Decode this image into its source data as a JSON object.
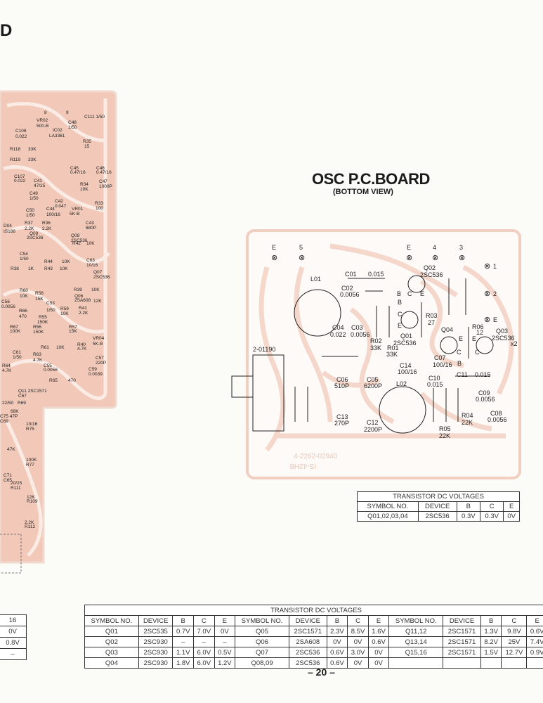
{
  "page_heading_fragment": "D",
  "title": "OSC P.C.BOARD",
  "subtitle": "(BOTTOM VIEW)",
  "page_number": "– 20 –",
  "colors": {
    "board_pink": "#f2c9b8",
    "trace_pink": "#f4d3c5",
    "ink": "#1a1a1a"
  },
  "osc_board": {
    "terminals": [
      "E",
      "5",
      "E",
      "4",
      "3",
      "1",
      "2",
      "E"
    ],
    "labels": [
      "L01",
      "C01",
      "0.015",
      "Q02",
      "2SC536",
      "C02",
      "0.0056",
      "B",
      "C",
      "E",
      "B",
      "C",
      "E",
      "R03",
      "27",
      "C04",
      "0.022",
      "C03",
      "0.0056",
      "R02",
      "33K",
      "R01",
      "33K",
      "Q01",
      "2SC536",
      "Q04",
      "E",
      "C",
      "B",
      "R06",
      "12",
      "E",
      "Q03",
      "2SC536",
      "x2",
      "C",
      "2-01190",
      "C14",
      "100/16",
      "C07",
      "100/16",
      "C11",
      "0.015",
      "C10",
      "0.015",
      "C06",
      "510P",
      "C05",
      "6200P",
      "L02",
      "C09",
      "0.0056",
      "C08",
      "0.0056",
      "C13",
      "270P",
      "C12",
      "2200P",
      "R04",
      "22K",
      "R05",
      "22K"
    ],
    "board_code": "4-2262-02940",
    "board_name": "IS-42HB"
  },
  "left_board": {
    "labels": [
      "8",
      "9",
      "VR02",
      "500-B",
      "C48",
      "1/50",
      "C111 1/50",
      "IC02",
      "LA3361",
      "C108",
      "0.022",
      "R118",
      "33K",
      "R119",
      "33K",
      "C107",
      "0.022",
      "C41",
      "47/25",
      "R35",
      "15",
      "C45",
      "0.47/16",
      "C46",
      "0.47/16",
      "R34",
      "10K",
      "C47",
      "1000P",
      "C49",
      "1/50",
      "C42",
      "0.047",
      "C50",
      "1/50",
      "C44",
      "100/16",
      "VR01",
      "5K-B",
      "R33",
      "100",
      "C43",
      "680P",
      "D04",
      "IS188",
      "R37",
      "2.2K",
      "R36",
      "2.2K",
      "Q09",
      "2SC536",
      "Q08",
      "2SC536",
      "R42",
      "10K",
      "C54",
      "1/50",
      "R44",
      "10K",
      "C63",
      "10/16",
      "R38",
      "1K",
      "R43",
      "10K",
      "Q07",
      "2SC536",
      "R39",
      "10K",
      "R60",
      "10K",
      "R58",
      "15K",
      "C56",
      "0.0056",
      "Q06",
      "2SA608",
      "C53",
      "1/50",
      "R41",
      "2.2K",
      "R66",
      "470",
      "R55",
      "150K",
      "R59",
      "10K",
      "R56",
      "150K",
      "R67",
      "100K",
      "R57",
      "15K",
      "VR04",
      "5K-B",
      "R40",
      "4.7K",
      "R61",
      "10K",
      "C61",
      "1/50",
      "R63",
      "4.7K",
      "C57",
      "220P",
      "C55",
      "0.0056",
      "C59",
      "0.0039",
      "R64",
      "4.7K",
      "R65",
      "470",
      "Q11 2SC1571",
      "C67",
      "22/50",
      "R69",
      "68K",
      "C75 47P",
      "C69",
      "10/16",
      "R75",
      "100K",
      "R77",
      "47K",
      "C71",
      "C65",
      "20/25",
      "R111",
      "12K",
      "R109",
      "2.2K",
      "R112",
      "12K",
      "10"
    ]
  },
  "table_small": {
    "title": "TRANSISTOR DC VOLTAGES",
    "headers": [
      "SYMBOL NO.",
      "DEVICE",
      "B",
      "C",
      "E"
    ],
    "rows": [
      [
        "Q01,02,03,04",
        "2SC536",
        "0.3V",
        "0.3V",
        "0V"
      ]
    ]
  },
  "table_big": {
    "title": "TRANSISTOR DC VOLTAGES",
    "headers": [
      "SYMBOL NO.",
      "DEVICE",
      "B",
      "C",
      "E",
      "SYMBOL NO.",
      "DEVICE",
      "B",
      "C",
      "E",
      "SYMBOL NO.",
      "DEVICE",
      "B",
      "C",
      "E"
    ],
    "rows": [
      [
        "Q01",
        "2SC535",
        "0.7V",
        "7.0V",
        "0V",
        "Q05",
        "2SC1571",
        "2.3V",
        "8.5V",
        "1.6V",
        "Q11,12",
        "2SC1571",
        "1.3V",
        "9.8V",
        "0.6V"
      ],
      [
        "Q02",
        "2SC930",
        "–",
        "–",
        "–",
        "Q06",
        "2SA608",
        "0V",
        "0V",
        "0.6V",
        "Q13,14",
        "2SC1571",
        "8.2V",
        "25V",
        "7.4V"
      ],
      [
        "Q03",
        "2SC930",
        "1.1V",
        "6.0V",
        "0.5V",
        "Q07",
        "2SC536",
        "0.6V",
        "3.0V",
        "0V",
        "Q15,16",
        "2SC1571",
        "1.5V",
        "12.7V",
        "0.9V"
      ],
      [
        "Q04",
        "2SC930",
        "1.8V",
        "6.0V",
        "1.2V",
        "Q08,09",
        "2SC536",
        "0.6V",
        "0V",
        "0V",
        "",
        "",
        "",
        "",
        ""
      ]
    ]
  },
  "table_left": {
    "cells": [
      "16",
      "0V",
      "0.8V",
      "–"
    ]
  }
}
